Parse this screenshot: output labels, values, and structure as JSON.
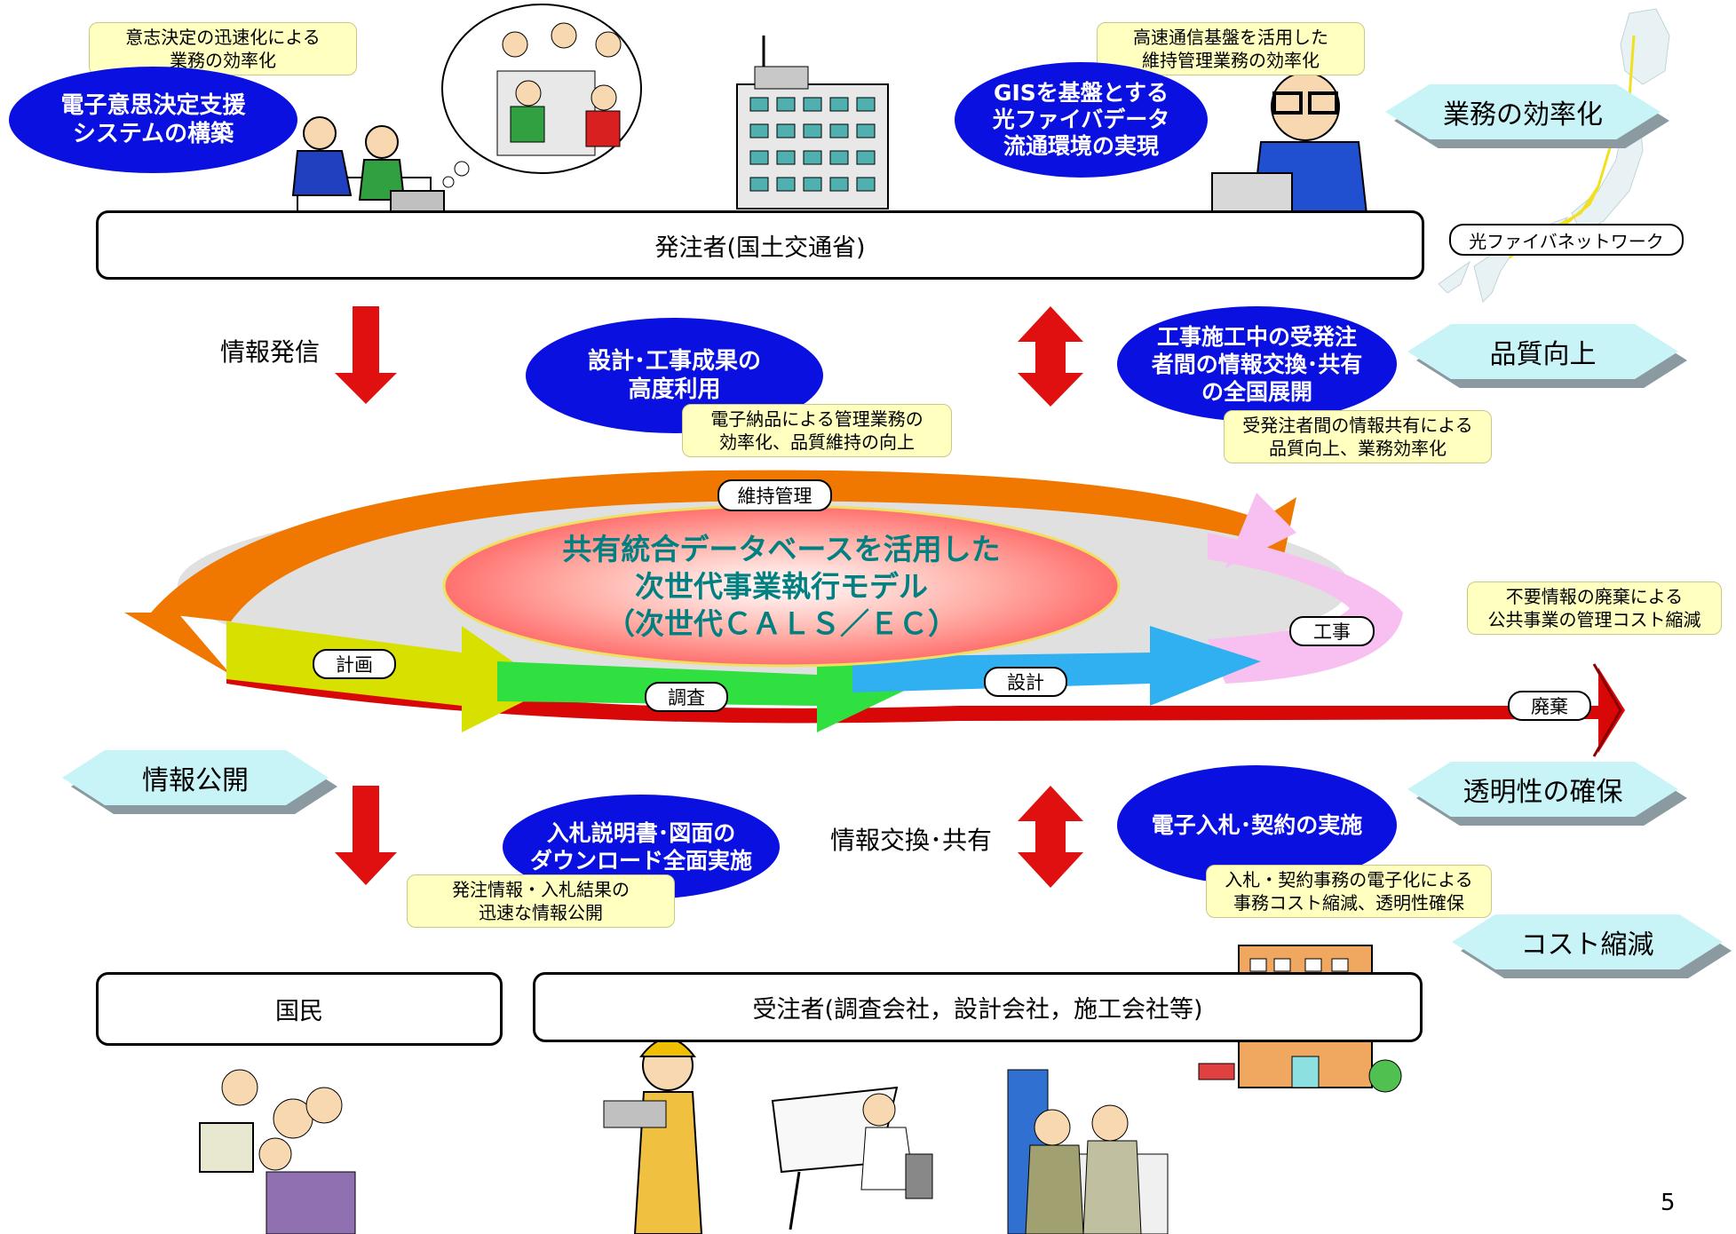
{
  "top_left": {
    "note": [
      "意志決定の迅速化による",
      "業務の効率化"
    ],
    "ellipse": [
      "電子意思決定支援",
      "システムの構築"
    ]
  },
  "top_right": {
    "note": [
      "高速通信基盤を活用した",
      "維持管理業務の効率化"
    ],
    "ellipse": [
      "GISを基盤とする",
      "光ファイバデータ",
      "流通環境の実現"
    ]
  },
  "client_box": "発注者(国土交通省)",
  "optical_network_label": "光ファイバネットワーク",
  "benefits": {
    "efficiency": "業務の効率化",
    "quality": "品質向上",
    "transparency": "透明性の確保",
    "cost": "コスト縮減",
    "disclosure": "情報公開"
  },
  "arrows": {
    "info_send": "情報発信",
    "info_exchange": "情報交換･共有"
  },
  "mid_center": {
    "ellipse": [
      "設計･工事成果の",
      "高度利用"
    ],
    "note": [
      "電子納品による管理業務の",
      "効率化、品質維持の向上"
    ]
  },
  "mid_right": {
    "ellipse": [
      "工事施工中の受発注",
      "者間の情報交換･共有",
      "の全国展開"
    ],
    "note": [
      "受発注者間の情報共有による",
      "品質向上、業務効率化"
    ]
  },
  "center_model": [
    "共有統合データベースを活用した",
    "次世代事業執行モデル",
    "（次世代ＣＡＬＳ／ＥＣ）"
  ],
  "cycle_stages": {
    "maintenance": "維持管理",
    "planning": "計画",
    "survey": "調査",
    "design": "設計",
    "construction": "工事",
    "disposal": "廃棄"
  },
  "disposal_note": [
    "不要情報の廃棄による",
    "公共事業の管理コスト縮減"
  ],
  "bottom_center": {
    "ellipse": [
      "入札説明書･図面の",
      "ダウンロード全面実施"
    ],
    "note": [
      "発注情報・入札結果の",
      "迅速な情報公開"
    ]
  },
  "bottom_right": {
    "ellipse": [
      "電子入札･契約の実施"
    ],
    "note": [
      "入札・契約事務の電子化による",
      "事務コスト縮減、透明性確保"
    ]
  },
  "public_box": "国民",
  "contractor_box": "受注者(調査会社，設計会社，施工会社等)",
  "page_number": "5",
  "colors": {
    "ellipse_blue": "#0a10e0",
    "note_yellow": "#ffffc0",
    "octagon_cyan": "#c8f4f8",
    "arrow_red": "#e01010",
    "title_teal": "#008080",
    "stage_orange": "#f07800",
    "stage_yellow": "#d8e000",
    "stage_green": "#30e040",
    "stage_blue": "#30b0f0",
    "stage_pink": "#f8c0f0"
  }
}
